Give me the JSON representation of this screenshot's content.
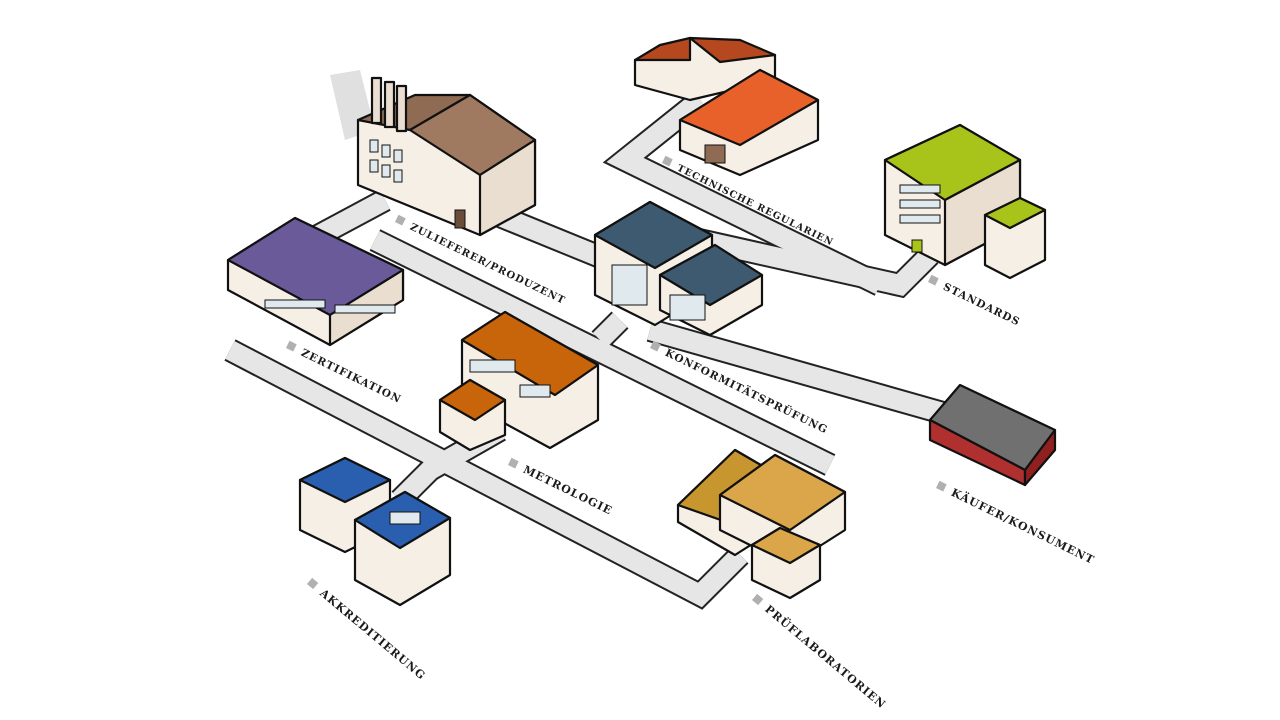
{
  "labels": {
    "zulieferer": "ZULIEFERER/PRODUZENT",
    "technische": "TECHNISCHE REGULARIEN",
    "standards": "STANDARDS",
    "zertifikation": "ZERTIFIKATION",
    "konformitaet": "KONFORMITÄTSPRÜFUNG",
    "metrologie": "METROLOGIE",
    "kaeufer": "KÄUFER/KONSUMENT",
    "akkreditierung": "AKKREDITIERUNG",
    "pruef": "PRÜFLABORATORIEN"
  },
  "colors": {
    "factory": "#a07a60",
    "technische": "#e8612a",
    "standards": "#a8c41a",
    "zertifikation": "#6a5a9a",
    "konformitaet": "#3d5a70",
    "metrologie": "#c8640a",
    "kaeufer": "#707070",
    "akkreditierung": "#2a5fb0",
    "pruef": "#dba64a",
    "wall": "#f6efe6"
  }
}
